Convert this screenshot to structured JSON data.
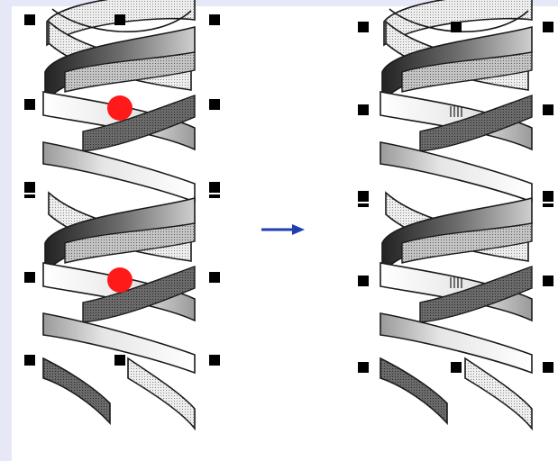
{
  "colors": {
    "background": "#ffffff",
    "edge_tint": "#e6e8f8",
    "outline": "#1a1a1a",
    "ribbon_light": "#e9e9e9",
    "ribbon_mid": "#bdbdbd",
    "ribbon_dark": "#5c5c5c",
    "ribbon_darkest": "#2e2e2e",
    "marker": "#ff1a1a",
    "arrow": "#1f3fae",
    "handle": "#000000"
  },
  "panels": [
    {
      "id": "before",
      "selected": true,
      "red_markers": 2,
      "handle_count": 12
    },
    {
      "id": "after",
      "selected": true,
      "red_markers": 0,
      "handle_count": 12
    }
  ],
  "arrow": {
    "direction": "right",
    "icon": "arrow-right-icon"
  }
}
